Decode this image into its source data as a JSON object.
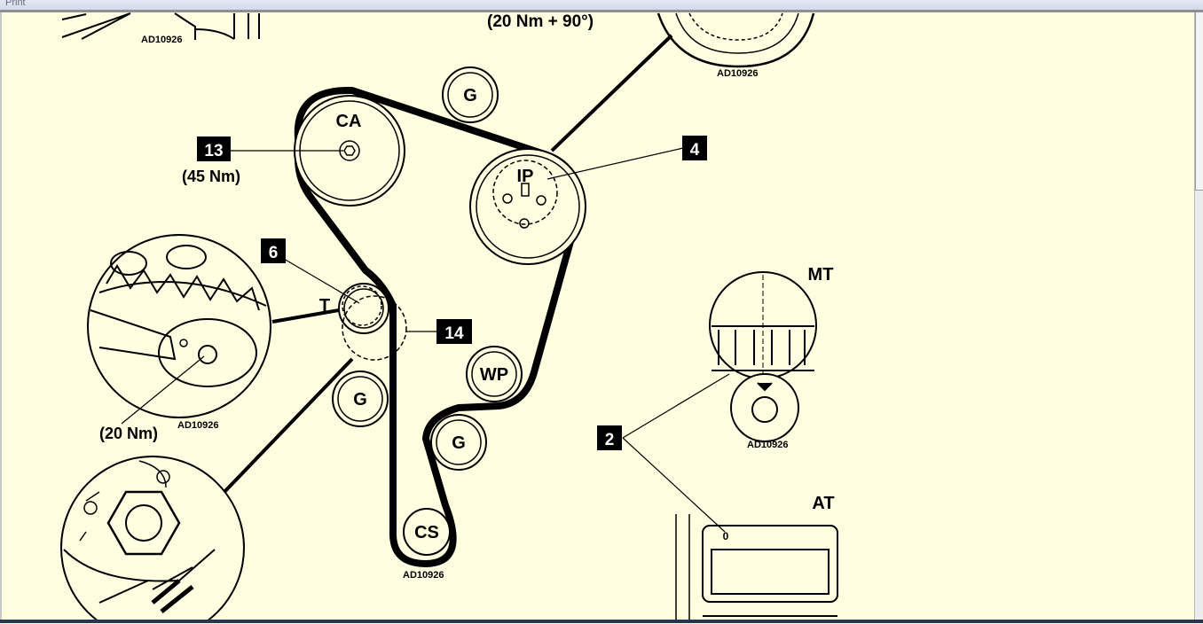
{
  "window": {
    "menu_label": "Print"
  },
  "diagram": {
    "ref_code": "AD10926",
    "top_torque": "(20 Nm + 90°)",
    "pulleys": {
      "camshaft": "CA",
      "injection_pump": "IP",
      "tensioner": "T",
      "water_pump": "WP",
      "crankshaft": "CS",
      "guide": "G"
    },
    "callouts": {
      "c13": "13",
      "c4": "4",
      "c6": "6",
      "c14": "14",
      "c2": "2"
    },
    "torques": {
      "camshaft": "(45 Nm)",
      "tensioner": "(20 Nm)"
    },
    "variants": {
      "manual": "MT",
      "automatic": "AT",
      "mark": "0"
    }
  }
}
